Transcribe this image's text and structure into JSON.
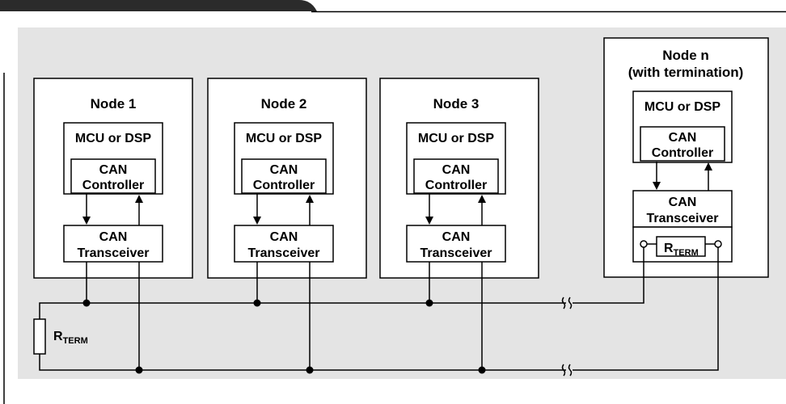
{
  "nodes": [
    {
      "title": "Node 1",
      "mcu": "MCU or DSP",
      "controller_line1": "CAN",
      "controller_line2": "Controller",
      "transceiver_line1": "CAN",
      "transceiver_line2": "Transceiver"
    },
    {
      "title": "Node 2",
      "mcu": "MCU or DSP",
      "controller_line1": "CAN",
      "controller_line2": "Controller",
      "transceiver_line1": "CAN",
      "transceiver_line2": "Transceiver"
    },
    {
      "title": "Node 3",
      "mcu": "MCU or DSP",
      "controller_line1": "CAN",
      "controller_line2": "Controller",
      "transceiver_line1": "CAN",
      "transceiver_line2": "Transceiver"
    },
    {
      "title_line1": "Node n",
      "title_line2": "(with termination)",
      "mcu": "MCU or DSP",
      "controller_line1": "CAN",
      "controller_line2": "Controller",
      "transceiver_line1": "CAN",
      "transceiver_line2": "Transceiver",
      "rterm_main": "R",
      "rterm_sub": "TERM"
    }
  ],
  "bus_resistor": {
    "main": "R",
    "sub": "TERM"
  },
  "colors": {
    "panel": "#e4e4e4",
    "box_fill": "#ffffff",
    "stroke": "#000000",
    "tab": "#2b2b2b"
  }
}
